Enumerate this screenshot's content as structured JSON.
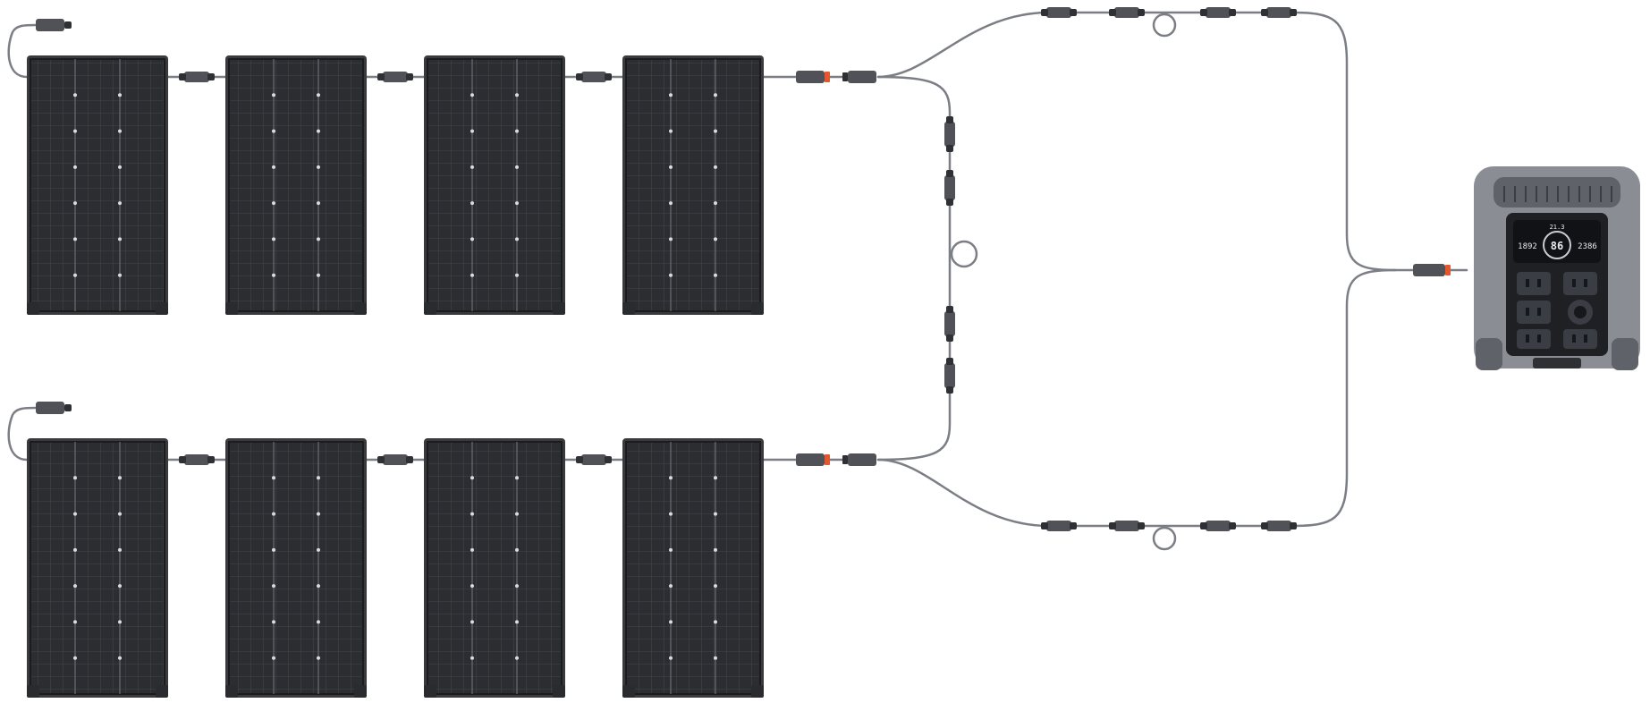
{
  "colors": {
    "background": "#ffffff",
    "panel_frame": "#3a3a3c",
    "panel_cell": "#2b2d31",
    "panel_grid": "#4a4d54",
    "cable": "#7b7e84",
    "connector_body": "#505257",
    "connector_cap": "#2e3034",
    "connector_accent": "#e4572e",
    "station_shell": "#8a8d93",
    "station_shell_dark": "#5f6268",
    "station_face": "#1e2024",
    "screen_bg": "#101216",
    "screen_text": "#e8eaed"
  },
  "panel_rows": [
    {
      "row": "top",
      "panel_count": 4
    },
    {
      "row": "bottom",
      "panel_count": 4
    }
  ],
  "icons": {
    "panel": "solar-panel-icon",
    "mc4": "mc4-connector-icon",
    "loop": "cable-loop-icon",
    "station": "power-station-icon"
  },
  "power_station": {
    "display": {
      "left_reading": "1892",
      "center_reading": "86",
      "right_reading": "2386",
      "top_reading": "21.3"
    }
  }
}
